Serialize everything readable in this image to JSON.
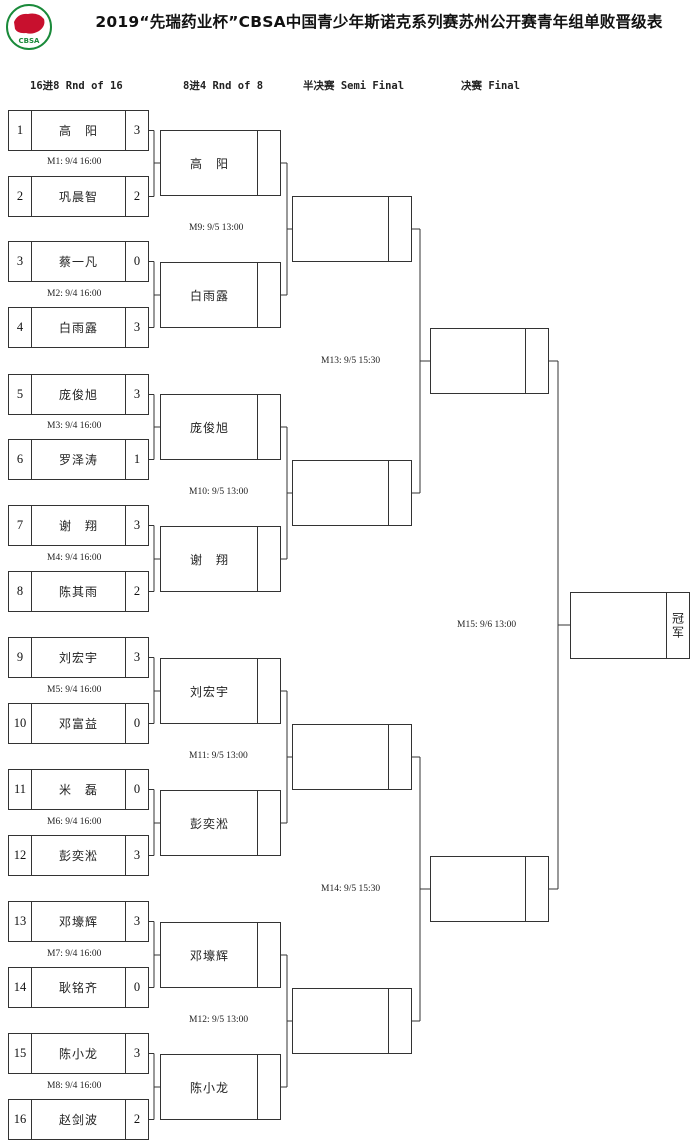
{
  "title": "2019“先瑞药业杯”CBSA中国青少年斯诺克系列赛苏州公开赛青年组单败晋级表",
  "logo_text": "CBSA",
  "colors": {
    "logo_red": "#c8102e",
    "logo_green": "#1a8a3a",
    "line": "#333333"
  },
  "rounds": [
    "16进8 Rnd of 16",
    "8进4 Rnd of 8",
    "半决赛 Semi Final",
    "决赛 Final"
  ],
  "r16": [
    {
      "seed": "1",
      "name": "高　阳",
      "score": "3"
    },
    {
      "seed": "2",
      "name": "巩晨智",
      "score": "2"
    },
    {
      "seed": "3",
      "name": "蔡一凡",
      "score": "0"
    },
    {
      "seed": "4",
      "name": "白雨露",
      "score": "3"
    },
    {
      "seed": "5",
      "name": "庞俊旭",
      "score": "3"
    },
    {
      "seed": "6",
      "name": "罗泽涛",
      "score": "1"
    },
    {
      "seed": "7",
      "name": "谢　翔",
      "score": "3"
    },
    {
      "seed": "8",
      "name": "陈其雨",
      "score": "2"
    },
    {
      "seed": "9",
      "name": "刘宏宇",
      "score": "3"
    },
    {
      "seed": "10",
      "name": "邓富益",
      "score": "0"
    },
    {
      "seed": "11",
      "name": "米　磊",
      "score": "0"
    },
    {
      "seed": "12",
      "name": "彭奕淞",
      "score": "3"
    },
    {
      "seed": "13",
      "name": "邓壕辉",
      "score": "3"
    },
    {
      "seed": "14",
      "name": "耿铭齐",
      "score": "0"
    },
    {
      "seed": "15",
      "name": "陈小龙",
      "score": "3"
    },
    {
      "seed": "16",
      "name": "赵剑波",
      "score": "2"
    }
  ],
  "r16_matches": [
    "M1: 9/4 16:00",
    "M2: 9/4 16:00",
    "M3: 9/4 16:00",
    "M4: 9/4 16:00",
    "M5: 9/4 16:00",
    "M6: 9/4 16:00",
    "M7: 9/4 16:00",
    "M8: 9/4 16:00"
  ],
  "qf": [
    {
      "name": "高　阳",
      "score": ""
    },
    {
      "name": "白雨露",
      "score": ""
    },
    {
      "name": "庞俊旭",
      "score": ""
    },
    {
      "name": "谢　翔",
      "score": ""
    },
    {
      "name": "刘宏宇",
      "score": ""
    },
    {
      "name": "彭奕淞",
      "score": ""
    },
    {
      "name": "邓壕辉",
      "score": ""
    },
    {
      "name": "陈小龙",
      "score": ""
    }
  ],
  "qf_matches": [
    "M9: 9/5 13:00",
    "M10: 9/5 13:00",
    "M11: 9/5 13:00",
    "M12: 9/5 13:00"
  ],
  "sf": [
    {
      "name": "",
      "score": ""
    },
    {
      "name": "",
      "score": ""
    },
    {
      "name": "",
      "score": ""
    },
    {
      "name": "",
      "score": ""
    }
  ],
  "sf_matches": [
    "M13: 9/5 15:30",
    "M14: 9/5 15:30"
  ],
  "final": [
    {
      "name": "",
      "score": ""
    },
    {
      "name": "",
      "score": ""
    }
  ],
  "final_match": "M15: 9/6 13:00",
  "champion": {
    "name": "",
    "label": "冠军"
  }
}
